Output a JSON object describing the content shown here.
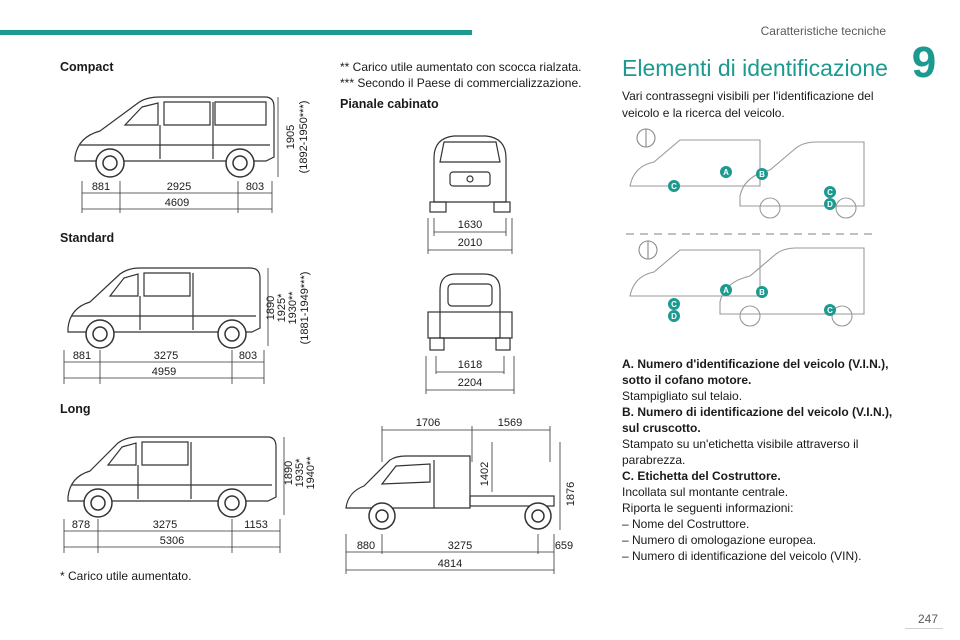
{
  "header": {
    "section_title": "Caratteristiche tecniche",
    "chapter_number": "9",
    "accent_color": "#1d9a8f"
  },
  "compact": {
    "title": "Compact",
    "front": "881",
    "wheelbase": "2925",
    "rear": "803",
    "total": "4609",
    "height": "1905",
    "height_alt": "(1892-1950***)"
  },
  "standard": {
    "title": "Standard",
    "front": "881",
    "wheelbase": "3275",
    "rear": "803",
    "total": "4959",
    "h1": "1890",
    "h2": "1925*",
    "h3": "1930**",
    "h4": "(1881-1949***)"
  },
  "long": {
    "title": "Long",
    "front": "878",
    "wheelbase": "3275",
    "rear": "1153",
    "total": "5306",
    "h1": "1890",
    "h2": "1935*",
    "h3": "1940**"
  },
  "footnotes": {
    "single": "* Carico utile aumentato.",
    "double": "** Carico utile aumentato con scocca rialzata.",
    "triple": "*** Secondo il Paese di commercializzazione."
  },
  "pianale": {
    "title": "Pianale cabinato",
    "front_track": "1630",
    "front_width": "2010",
    "rear_track": "1618",
    "rear_width": "2204",
    "cab": "1706",
    "bed": "1569",
    "bed_height": "1402",
    "total_height": "1876",
    "front": "880",
    "wheelbase": "3275",
    "rear": "659",
    "total": "4814"
  },
  "identification": {
    "title": "Elementi di identificazione",
    "intro": "Vari contrassegni visibili per l'identificazione del veicolo e la ricerca del veicolo.",
    "badges": [
      "A",
      "B",
      "C",
      "D"
    ],
    "items": [
      {
        "heading": "A. Numero d'identificazione del veicolo (V.I.N.), sotto il cofano motore.",
        "text": "Stampigliato sul telaio."
      },
      {
        "heading": "B. Numero di identificazione del veicolo (V.I.N.), sul cruscotto.",
        "text": "Stampato su un'etichetta visibile attraverso il parabrezza."
      },
      {
        "heading": "C. Etichetta del Costruttore.",
        "text": "Incollata sul montante centrale."
      }
    ],
    "list_intro": "Riporta le seguenti informazioni:",
    "bullets": [
      "– Nome del Costruttore.",
      "– Numero di omologazione europea.",
      "– Numero di identificazione del veicolo (VIN)."
    ]
  },
  "page_number": "247"
}
